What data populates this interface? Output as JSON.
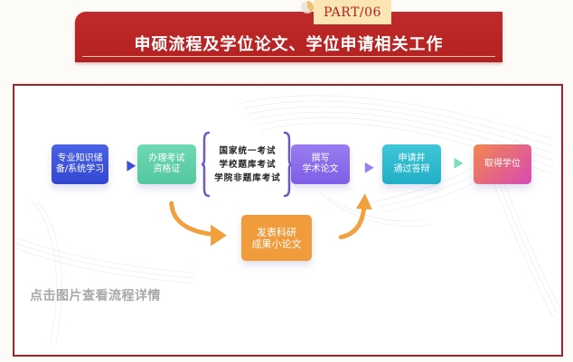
{
  "header": {
    "part_tag": "PART/06",
    "title": "申硕流程及学位论文、学位申请相关工作"
  },
  "flow": {
    "steps": [
      {
        "id": "knowledge",
        "line1": "专业知识储",
        "line2": "备/系统学习",
        "color": "#3a50dc"
      },
      {
        "id": "exam-qualify",
        "line1": "办理考试",
        "line2": "资格证",
        "color": "#60cfa8"
      },
      {
        "id": "thesis",
        "line1": "撰写",
        "line2": "学术论文",
        "color": "#8a6cec"
      },
      {
        "id": "defense",
        "line1": "申请并",
        "line2": "通过答辩",
        "color": "#2fb9cf"
      },
      {
        "id": "degree",
        "line1": "取得学位",
        "line2": "",
        "color": "#e8698a"
      }
    ],
    "exam_options": [
      "国家统一考试",
      "学校题库考试",
      "学院非题库考试"
    ],
    "side_step": {
      "line1": "发表科研",
      "line2": "成果小论文",
      "color": "#f09c3c"
    }
  },
  "hint": "点击图片查看流程详情",
  "colors": {
    "banner_red": "#b82424",
    "frame_red": "#ac1f24",
    "tag_bg": "#fbe5b3",
    "arrow_orange": "#f0a03c",
    "brace_purple": "#6a5bc9"
  }
}
